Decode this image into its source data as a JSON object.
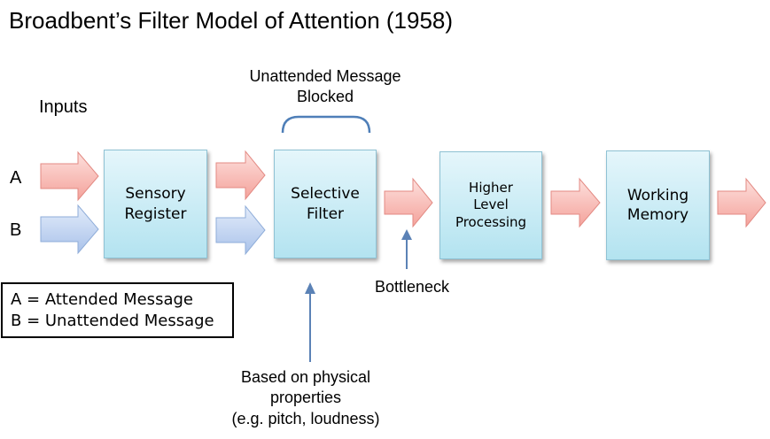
{
  "title": "Broadbent’s Filter Model of Attention (1958)",
  "inputs_label": "Inputs",
  "inputs": {
    "a": "A",
    "b": "B"
  },
  "boxes": {
    "sensory": [
      "Sensory",
      "Register"
    ],
    "filter": [
      "Selective",
      "Filter"
    ],
    "higher": [
      "Higher",
      "Level",
      "Processing"
    ],
    "working": [
      "Working",
      "Memory"
    ]
  },
  "unattended_label": [
    "Unattended Message",
    "Blocked"
  ],
  "bottleneck_label": "Bottleneck",
  "physical_label": [
    "Based on physical",
    "properties",
    "(e.g. pitch, loudness)"
  ],
  "legend": {
    "a": "A = Attended Message",
    "b": "B = Unattended Message"
  },
  "colors": {
    "attended_arrow": "#f7b9b4",
    "attended_arrow_stroke": "#e37f78",
    "unattended_arrow": "#c3d6f2",
    "unattended_arrow_stroke": "#8aa8d9",
    "pointer": "#5b82b6",
    "box_fill": "#c4e9f4",
    "box_stroke": "#8fc2d4"
  }
}
